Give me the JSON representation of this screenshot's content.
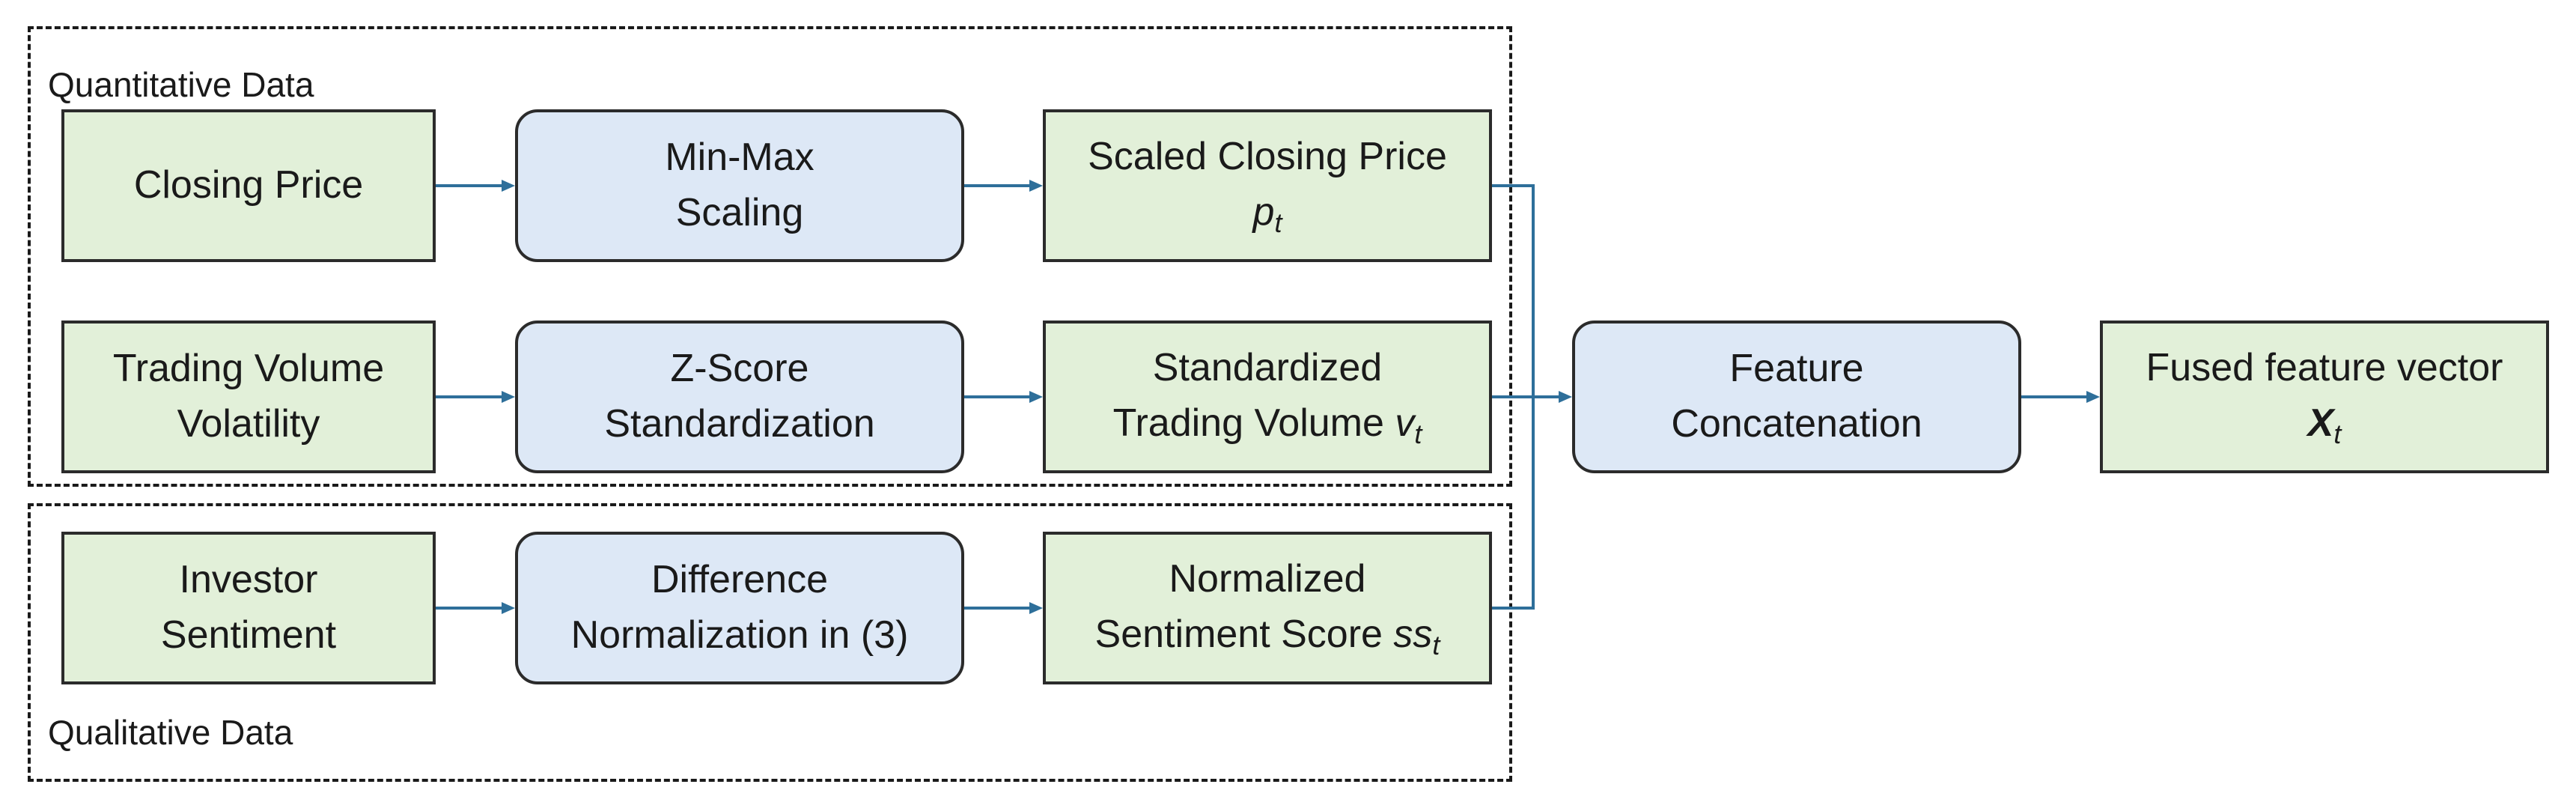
{
  "groups": {
    "quantitative": "Quantitative Data",
    "qualitative": "Qualitative Data"
  },
  "rows": {
    "price": {
      "input": "Closing Price",
      "method_line1": "Min-Max",
      "method_line2": "Scaling",
      "output_line1": "Scaled Closing Price",
      "output_symbol": "p",
      "output_sub": "t"
    },
    "volume": {
      "input_line1": "Trading Volume",
      "input_line2": "Volatility",
      "method_line1": "Z-Score",
      "method_line2": "Standardization",
      "output_line1": "Standardized",
      "output_line2": "Trading Volume",
      "output_symbol": "v",
      "output_sub": "t"
    },
    "sentiment": {
      "input_line1": "Investor",
      "input_line2": "Sentiment",
      "method_line1": "Difference",
      "method_line2": "Normalization in (3)",
      "output_line1": "Normalized",
      "output_line2": "Sentiment Score",
      "output_symbol": "ss",
      "output_sub": "t"
    }
  },
  "fusion": {
    "method_line1": "Feature",
    "method_line2": "Concatenation",
    "output_line1": "Fused feature vector",
    "output_symbol": "X",
    "output_sub": "t"
  },
  "colors": {
    "data_box": "#e2f0d9",
    "process_box": "#dde8f6",
    "arrow": "#2e6f9a"
  }
}
